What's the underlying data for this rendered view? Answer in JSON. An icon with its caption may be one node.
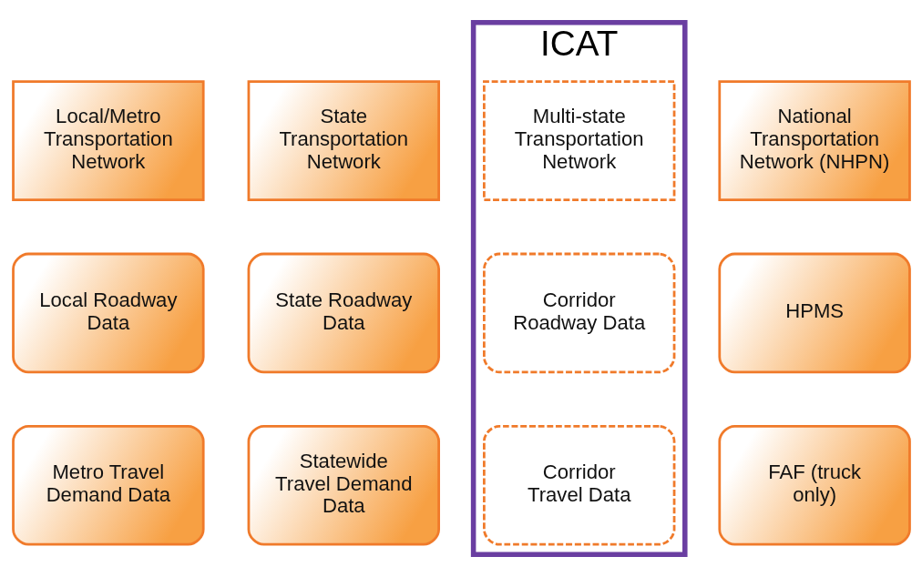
{
  "diagram": {
    "nodes": [
      {
        "text": [
          "Local/Metro Transportation Network"
        ]
      },
      {
        "text": [
          "State Transportation Network"
        ]
      },
      {
        "text": [
          "ICAT"
        ]
      },
      {
        "text": [
          "Multi-state Transportation Network"
        ],
        "in": 2
      },
      {
        "text": [
          "National Transportation Network (NHPN)"
        ]
      },
      {
        "text": [
          "Local Roadway Data"
        ]
      },
      {
        "text": [
          "State Roadway Data"
        ]
      },
      {
        "text": [
          "Corridor Roadway Data"
        ],
        "in": 2
      },
      {
        "text": [
          "HPMS"
        ]
      },
      {
        "text": [
          "Metro Travel Demand Data"
        ]
      },
      {
        "text": [
          "Statewide Travel Demand Data"
        ]
      },
      {
        "text": [
          "Corridor Travel Data"
        ],
        "in": 2
      },
      {
        "text": [
          "FAF (truck only)"
        ]
      }
    ]
  }
}
